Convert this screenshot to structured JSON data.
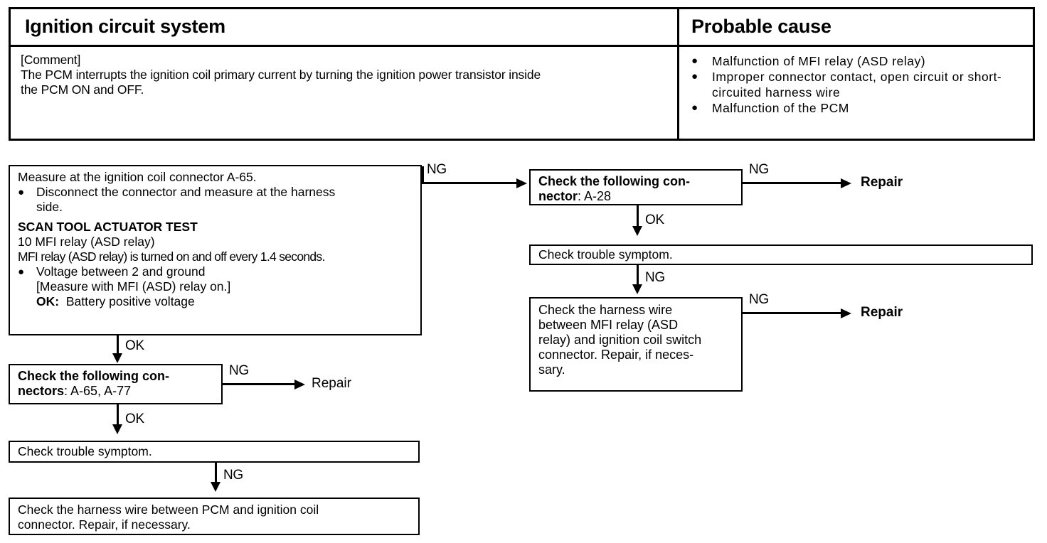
{
  "table": {
    "header": {
      "system": "Ignition circuit system",
      "cause": "Probable cause"
    },
    "comment": {
      "label": "[Comment]",
      "line1": "The PCM interrupts the ignition coil primary current by turning the ignition power transistor inside",
      "line2": "the PCM ON and OFF."
    },
    "causes": [
      "Malfunction of MFI relay (ASD relay)",
      "Improper connector contact, open circuit or short-circuited harness wire",
      "Malfunction of the PCM"
    ],
    "bullet_glyph": "●"
  },
  "flow": {
    "box_measure": {
      "line1": "Measure at the ignition coil connector A-65.",
      "bullet1_a": "Disconnect the connector and measure at the harness",
      "bullet1_b": "side.",
      "heading": "SCAN TOOL ACTUATOR TEST",
      "item": "10 MFI relay (ASD relay)",
      "desc": "MFI relay (ASD relay) is turned on and off every 1.4 seconds.",
      "bullet2": "Voltage between 2 and ground",
      "bullet2_sub": "[Measure with MFI (ASD) relay on.]",
      "ok_label": "OK:",
      "ok_value": "Battery positive voltage"
    },
    "box_conn_left": {
      "bold": "Check  the  following  con-",
      "bold2": "nectors",
      "rest": ": A-65, A-77"
    },
    "box_symptom_left": "Check trouble symptom.",
    "box_harness_left": {
      "line1": "Check  the  harness  wire  between  PCM  and  ignition  coil",
      "line2": "connector. Repair, if necessary."
    },
    "box_conn_right": {
      "bold": "Check  the  following  con-",
      "bold2": "nector",
      "rest": ": A-28"
    },
    "box_symptom_right": "Check trouble symptom.",
    "box_harness_right": {
      "line1": "Check   the   harness   wire",
      "line2": "between  MFI  relay  (ASD",
      "line3": "relay) and ignition coil switch",
      "line4": "connector. Repair, if neces-",
      "line5": "sary."
    },
    "edges": {
      "ng": "NG",
      "ok": "OK"
    },
    "repair": "Repair"
  },
  "colors": {
    "ink": "#000000",
    "paper": "#ffffff"
  }
}
